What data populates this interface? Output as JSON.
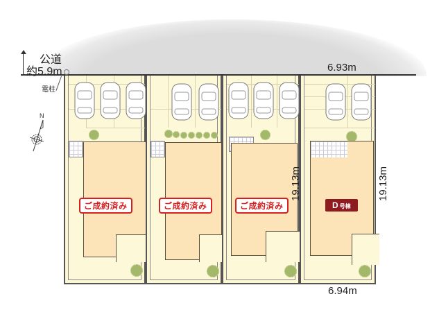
{
  "road": {
    "label": "公道",
    "width_label": "約5.9m",
    "frontage_label": "6.93m",
    "color": "#dcdcdc"
  },
  "utility_pole": {
    "label": "電柱"
  },
  "compass": {
    "north_label": "N"
  },
  "lots": [
    {
      "id": "A",
      "status": "sold",
      "badge": "ご成約済み",
      "parking_spaces": 3
    },
    {
      "id": "B",
      "status": "sold",
      "badge": "ご成約済み",
      "parking_spaces": 2
    },
    {
      "id": "C",
      "status": "sold",
      "badge": "ご成約済み",
      "parking_spaces": 3
    },
    {
      "id": "D",
      "status": "available",
      "badge": "D号棟",
      "badge_letter": "D",
      "badge_suffix": "号棟",
      "parking_spaces": 2
    }
  ],
  "dimensions": {
    "lot_c_depth": "19.13m",
    "lot_d_depth": "19.13m",
    "lot_d_rear_width": "6.94m"
  },
  "colors": {
    "sold_badge": "#d42020",
    "available_badge": "#8e1b20",
    "house_fill": "#fde3b8",
    "lot_fill": "#fdf7d6",
    "tree": "#a4b86a"
  }
}
